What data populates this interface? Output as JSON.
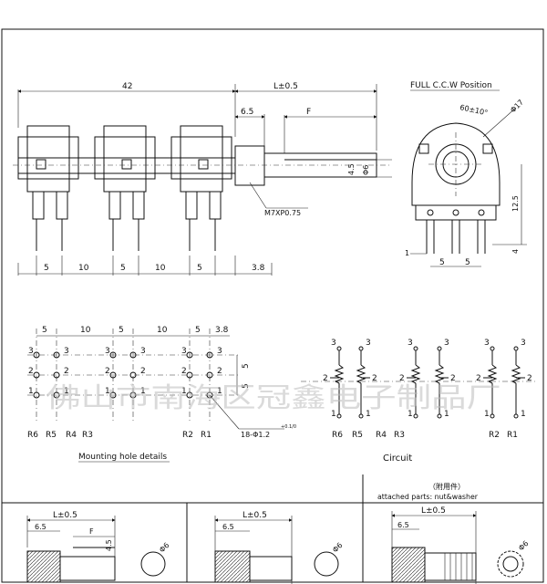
{
  "top_view": {
    "dim_overall": "42",
    "dim_shaft": "L±0.5",
    "dim_flat_start": "6.5",
    "dim_flat_len": "F",
    "dim_flat_h": "4.5",
    "dim_shaft_dia": "Φ6",
    "thread_label": "M7XP0.75",
    "bottom_dims": [
      "5",
      "10",
      "5",
      "10",
      "5",
      "3.8"
    ]
  },
  "side_view": {
    "title": "FULL C.C.W Position",
    "angle_label": "60±10°",
    "dia_label": "Φ17",
    "height_label": "12.5",
    "pin_label": "4",
    "left_label": "1",
    "pin_spacing": [
      "5",
      "5"
    ]
  },
  "mounting": {
    "top_dims": [
      "5",
      "10",
      "5",
      "10",
      "5",
      "3.8"
    ],
    "row_numbers": [
      "3",
      "2",
      "1"
    ],
    "side_dims": [
      "5",
      "5"
    ],
    "hole_label": "18-Φ1.2",
    "hole_sup": "+0.1/0",
    "pin_labels": [
      "R6",
      "R5",
      "R4",
      "R3",
      "R2",
      "R1"
    ],
    "caption": "Mounting hole details"
  },
  "circuit": {
    "pin_numbers": [
      "3",
      "2",
      "1"
    ],
    "labels": [
      "R6",
      "R5",
      "R4",
      "R3",
      "R2",
      "R1"
    ],
    "caption": "Circuit"
  },
  "watermark": "佛山市南海区冠鑫电子制品厂",
  "bottom": {
    "panel1": {
      "dim_l": "L±0.5",
      "dim_a": "6.5",
      "dim_f": "F",
      "dim_h": "4.5",
      "dia": "Φ6"
    },
    "panel2": {
      "dim_l": "L±0.5",
      "dim_a": "6.5",
      "dia": "Φ6"
    },
    "panel3": {
      "note_cn": "（附用件）",
      "note_en": "attached parts: nut&washer",
      "dim_l": "L±0.5",
      "dim_a": "6.5",
      "dia": "Φ6"
    }
  }
}
